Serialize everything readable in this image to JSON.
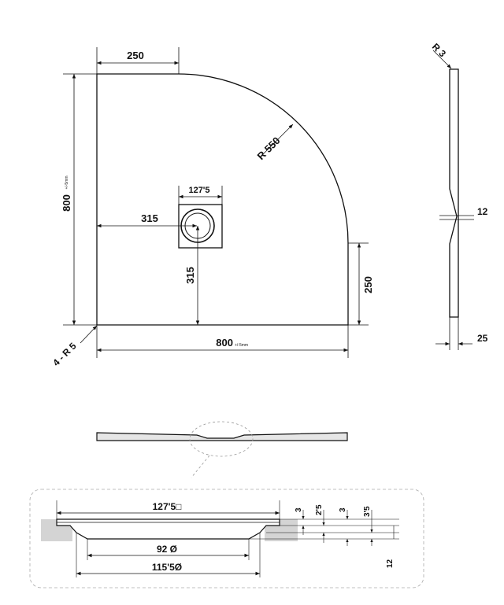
{
  "plan_view": {
    "top_offset": "250",
    "radius": "R 550",
    "height": "800",
    "height_tolerance": "+/-5mm",
    "width": "800",
    "width_tolerance": "+/-5mm",
    "drain_size": "127'5",
    "drain_offset_x": "315",
    "drain_offset_y": "315",
    "right_offset": "250",
    "corner_radius": "4 - R 5"
  },
  "side_profile": {
    "edge_radius": "R 3",
    "drain_depth": "12",
    "edge_thickness": "25"
  },
  "drain_detail": {
    "flange": "127'5□",
    "inner_diameter": "92 Ø",
    "outer_diameter": "115'5Ø",
    "depth": "12",
    "levels": [
      "3",
      "2'5",
      "3",
      "3'5"
    ]
  }
}
